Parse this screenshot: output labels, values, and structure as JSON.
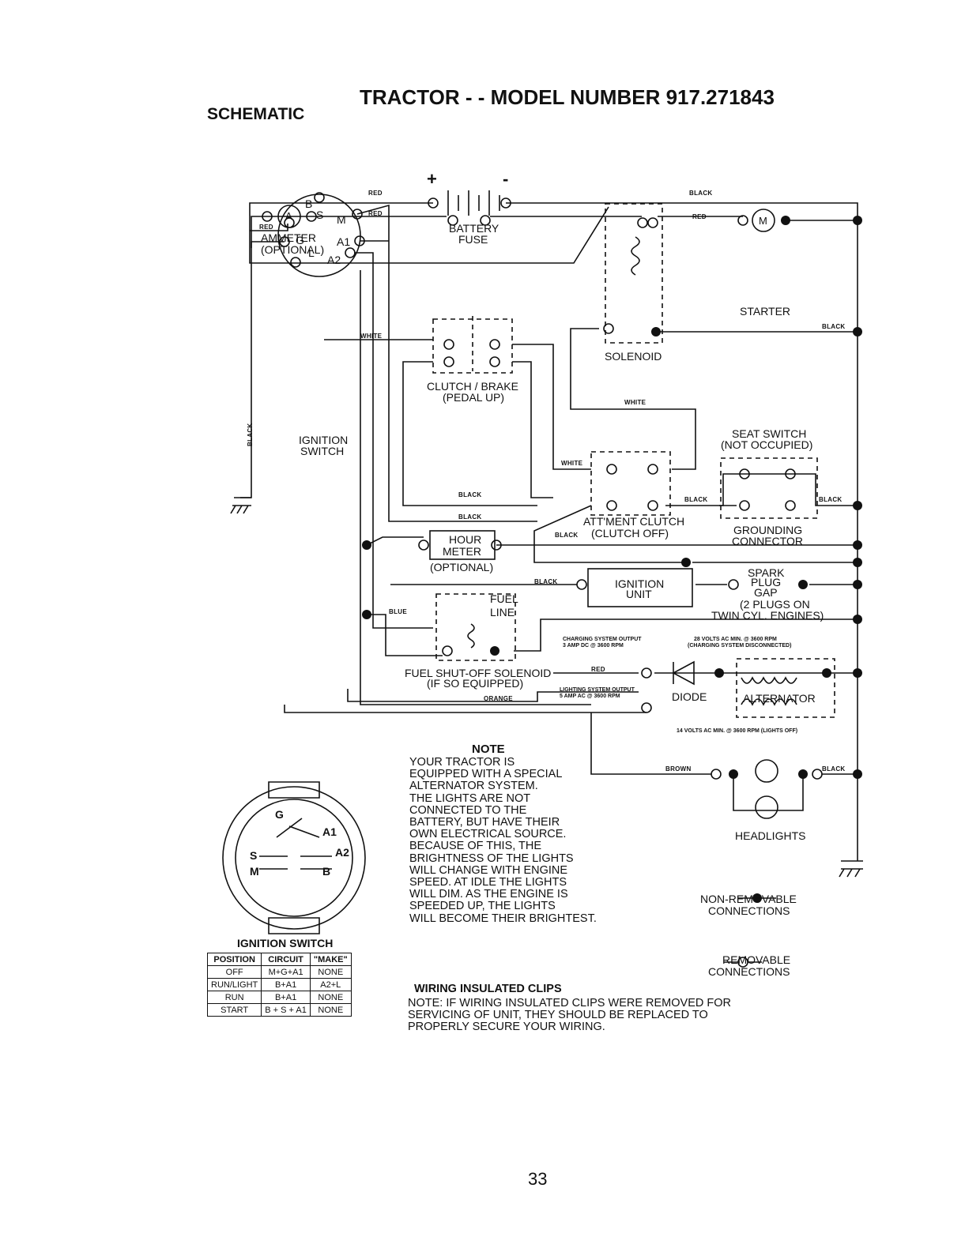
{
  "header": {
    "title": "TRACTOR - - MODEL NUMBER 917.271843",
    "section": "SCHEMATIC"
  },
  "wire_colors": {
    "red": "RED",
    "black": "BLACK",
    "white": "WHITE",
    "blue": "BLUE",
    "orange": "ORANGE",
    "brown": "BROWN"
  },
  "components": {
    "battery": "BATTERY",
    "battery_plus": "+",
    "battery_minus": "-",
    "ammeter_symbol": "A",
    "ammeter": [
      "AMMETER",
      "(OPTIONAL)"
    ],
    "fuse": "FUSE",
    "solenoid": "SOLENOID",
    "starter_symbol": "M",
    "starter": "STARTER",
    "clutch_brake": [
      "CLUTCH / BRAKE",
      "(PEDAL UP)"
    ],
    "ignition_switch": [
      "IGNITION",
      "SWITCH"
    ],
    "switch_terminals": {
      "b": "B",
      "s": "S",
      "m": "M",
      "g": "G",
      "a1": "A1",
      "l": "L",
      "a2": "A2"
    },
    "seat_switch": [
      "SEAT SWITCH",
      "(NOT OCCUPIED)"
    ],
    "attment_clutch": [
      "ATT'MENT CLUTCH",
      "(CLUTCH OFF)"
    ],
    "grounding_connector": [
      "GROUNDING",
      "CONNECTOR"
    ],
    "hour_meter": [
      "HOUR",
      "METER"
    ],
    "hour_meter_optional": "(OPTIONAL)",
    "ignition_unit": [
      "IGNITION",
      "UNIT"
    ],
    "spark_plug": [
      "SPARK",
      "PLUG",
      "GAP",
      "(2 PLUGS ON",
      "TWIN CYL. ENGINES)"
    ],
    "fuel_line": [
      "FUEL",
      "LINE"
    ],
    "fuel_shutoff": [
      "FUEL SHUT-OFF SOLENOID",
      "(IF SO EQUIPPED)"
    ],
    "charging_output": [
      "CHARGING SYSTEM OUTPUT",
      "3 AMP DC @ 3600 RPM"
    ],
    "charging_disconnected": [
      "28 VOLTS AC MIN. @ 3600 RPM",
      "(CHARGING SYSTEM DISCONNECTED)"
    ],
    "lighting_output": [
      "LIGHTING SYSTEM OUTPUT",
      "5 AMP AC @ 3600 RPM"
    ],
    "diode": "DIODE",
    "alternator": "ALTERNATOR",
    "lights_off": "14 VOLTS AC MIN. @ 3600 RPM (LIGHTS OFF)",
    "headlights": "HEADLIGHTS"
  },
  "note": {
    "heading": "NOTE",
    "lines": [
      "YOUR TRACTOR IS",
      "EQUIPPED WITH A SPECIAL",
      "ALTERNATOR SYSTEM.",
      "THE LIGHTS ARE NOT",
      "CONNECTED TO THE",
      "BATTERY, BUT HAVE THEIR",
      "OWN ELECTRICAL SOURCE.",
      "BECAUSE OF THIS, THE",
      "BRIGHTNESS OF THE LIGHTS",
      "WILL CHANGE WITH ENGINE",
      "SPEED. AT IDLE THE LIGHTS",
      "WILL DIM. AS THE ENGINE IS",
      "SPEEDED UP, THE LIGHTS",
      "WILL BECOME THEIR BRIGHTEST."
    ]
  },
  "legend": {
    "non_removable": [
      "NON-REMOVABLE",
      "CONNECTIONS"
    ],
    "removable": [
      "REMOVABLE",
      "CONNECTIONS"
    ]
  },
  "switch_face": {
    "g": "G",
    "a1": "A1",
    "s": "S",
    "a2": "A2",
    "m": "M",
    "b": "B"
  },
  "ignition_table": {
    "title": "IGNITION SWITCH",
    "headers": [
      "POSITION",
      "CIRCUIT",
      "\"MAKE\""
    ],
    "rows": [
      [
        "OFF",
        "M+G+A1",
        "NONE"
      ],
      [
        "RUN/LIGHT",
        "B+A1",
        "A2+L"
      ],
      [
        "RUN",
        "B+A1",
        "NONE"
      ],
      [
        "START",
        "B + S + A1",
        "NONE"
      ]
    ]
  },
  "clips": {
    "heading": "WIRING INSULATED CLIPS",
    "lines": [
      "NOTE: IF WIRING INSULATED CLIPS WERE REMOVED FOR",
      "SERVICING OF UNIT, THEY SHOULD BE REPLACED TO",
      "PROPERLY SECURE YOUR WIRING."
    ]
  },
  "page_number": "33"
}
